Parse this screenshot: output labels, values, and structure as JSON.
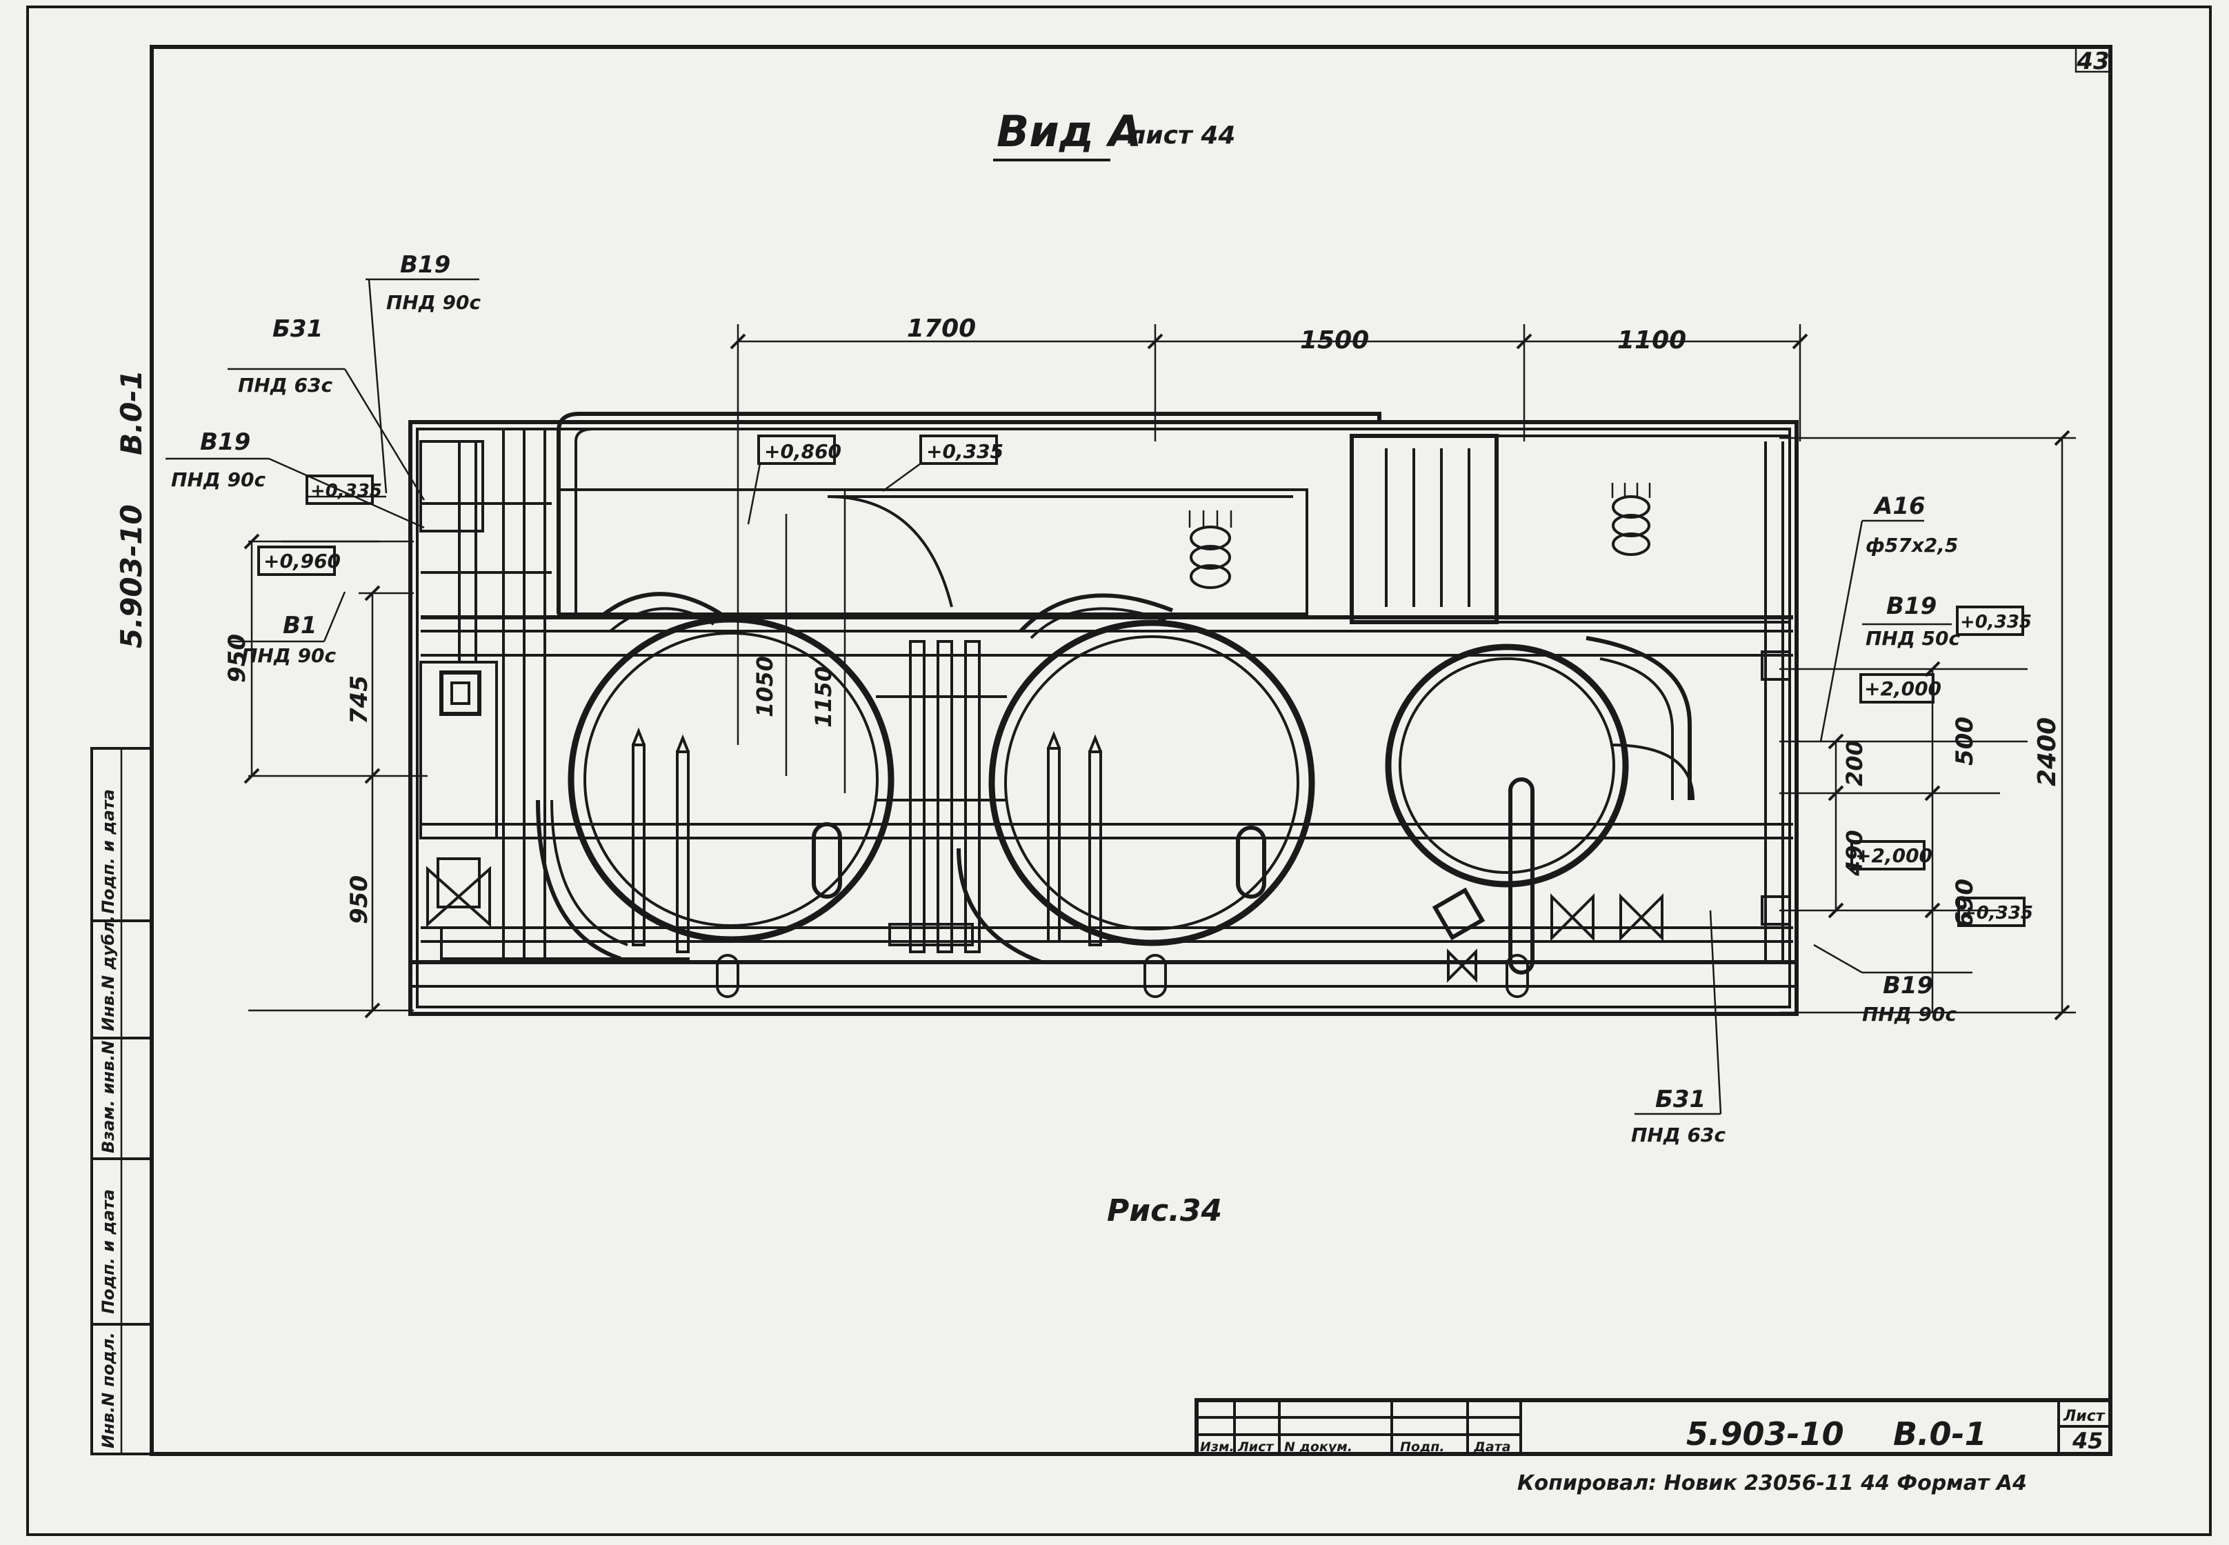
{
  "title": {
    "view": "Вид А",
    "sheet_ref": "лист 44"
  },
  "figure_caption": "Рис.34",
  "sheet_number_top": "43",
  "side_code": {
    "doc": "5.903-10",
    "sub": "В.0-1"
  },
  "dimensions": {
    "top": [
      "1700",
      "1500",
      "1100"
    ],
    "left": [
      "950",
      "745",
      "950"
    ],
    "inner": [
      "1050",
      "1150"
    ],
    "right": [
      "200",
      "500",
      "490",
      "690",
      "2400"
    ]
  },
  "elevations": {
    "e860": "+0,860",
    "e335_top": "+0,335",
    "e335_left": "+0,335",
    "e960": "+0,960",
    "e335_right": "+0,335",
    "e2000_a": "+2,000",
    "e2000_b": "+2,000",
    "e335_bottom": "+0,335"
  },
  "callouts": {
    "b19_top": {
      "code": "В19",
      "spec": "ПНД 90с"
    },
    "b31_top": {
      "code": "Б31",
      "spec": "ПНД 63с"
    },
    "b19_left": {
      "code": "В19",
      "spec": "ПНД 90с"
    },
    "b1_left": {
      "code": "В1",
      "spec": "ПНД 90с"
    },
    "a16_right": {
      "code": "А16",
      "spec": "ф57х2,5"
    },
    "b19_right": {
      "code": "В19",
      "spec": "ПНД 50с"
    },
    "b19_bottom": {
      "code": "В19",
      "spec": "ПНД 90с"
    },
    "b31_bottom": {
      "code": "Б31",
      "spec": "ПНД 63с"
    }
  },
  "left_stamp": [
    "Инв.N подл.",
    "Подп. и дата",
    "Взам. инв.N",
    "Инв.N дубл.",
    "Подп. и дата"
  ],
  "title_block": {
    "headers": [
      "Изм.",
      "Лист",
      "N докум.",
      "Подп.",
      "Дата"
    ],
    "doc_code": "5.903-10",
    "sub_code": "В.0-1",
    "sheet_label": "Лист",
    "sheet_no": "45",
    "copied_by": "Копировал: Новик 23056-11 44 Формат А4"
  }
}
